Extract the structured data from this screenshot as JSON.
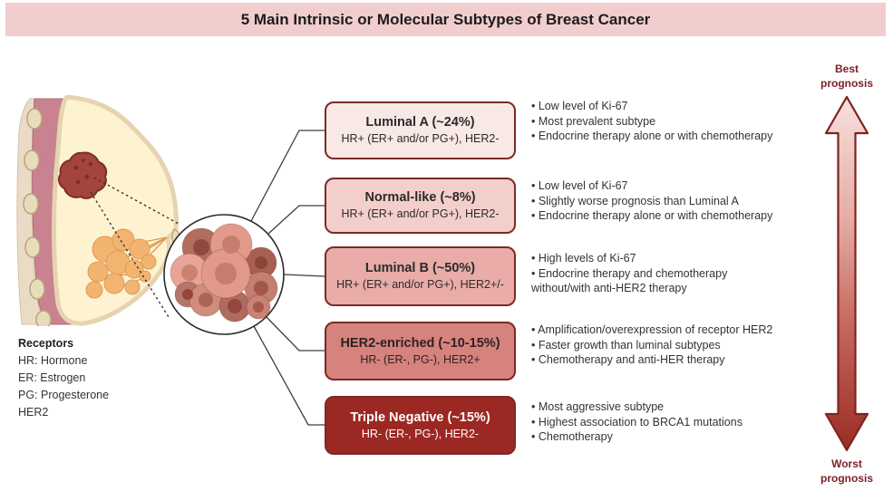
{
  "title": "5 Main Intrinsic or Molecular Subtypes of Breast Cancer",
  "colors": {
    "title_bar_bg": "#f2cdcd",
    "box_border": "#7b2a26",
    "connector": "#3d3d3d",
    "bullet_text": "#333333",
    "prognosis_text": "#7d2025",
    "arrow_gradient_top": "#f8e0dd",
    "arrow_gradient_bottom": "#9a2c24"
  },
  "icons": {
    "anatomy": "breast-cross-section-illustration",
    "magnifier": "tumor-cells-circle",
    "prognosis_arrow": "double-headed-vertical-arrow"
  },
  "legend": {
    "heading": "Receptors",
    "items": [
      "HR: Hormone",
      "ER: Estrogen",
      "PG: Progesterone",
      "HER2"
    ]
  },
  "prognosis": {
    "best": "Best prognosis",
    "worst": "Worst prognosis"
  },
  "subtypes": [
    {
      "name": "Luminal A (~24%)",
      "receptors": "HR+ (ER+ and/or PG+), HER2-",
      "bg": "#f8e8e6",
      "fg": "#2d2a2a",
      "bullets": [
        "Low level of Ki-67",
        "Most prevalent subtype",
        "Endocrine therapy alone or with chemotherapy"
      ]
    },
    {
      "name": "Normal-like (~8%)",
      "receptors": "HR+ (ER+ and/or PG+), HER2-",
      "bg": "#f3cfcc",
      "fg": "#2d2a2a",
      "bullets": [
        "Low level of Ki-67",
        "Slightly worse prognosis than Luminal A",
        "Endocrine therapy alone or with chemotherapy"
      ]
    },
    {
      "name": "Luminal B (~50%)",
      "receptors": "HR+ (ER+ and/or PG+), HER2+/-",
      "bg": "#e9aca8",
      "fg": "#2d2a2a",
      "bullets": [
        "High levels of Ki-67",
        "Endocrine therapy and chemotherapy\nwithout/with anti-HER2 therapy"
      ]
    },
    {
      "name": "HER2-enriched (~10-15%)",
      "receptors": "HR- (ER-, PG-), HER2+",
      "bg": "#d6827d",
      "fg": "#2d2222",
      "bullets": [
        "Amplification/overexpression of receptor HER2",
        "Faster growth than luminal subtypes",
        "Chemotherapy and anti-HER therapy"
      ]
    },
    {
      "name": "Triple Negative (~15%)",
      "receptors": "HR- (ER-, PG-), HER2-",
      "bg": "#9c2823",
      "fg": "#ffffff",
      "bullets": [
        "Most aggressive subtype",
        "Highest association to BRCA1 mutations",
        "Chemotherapy"
      ]
    }
  ]
}
